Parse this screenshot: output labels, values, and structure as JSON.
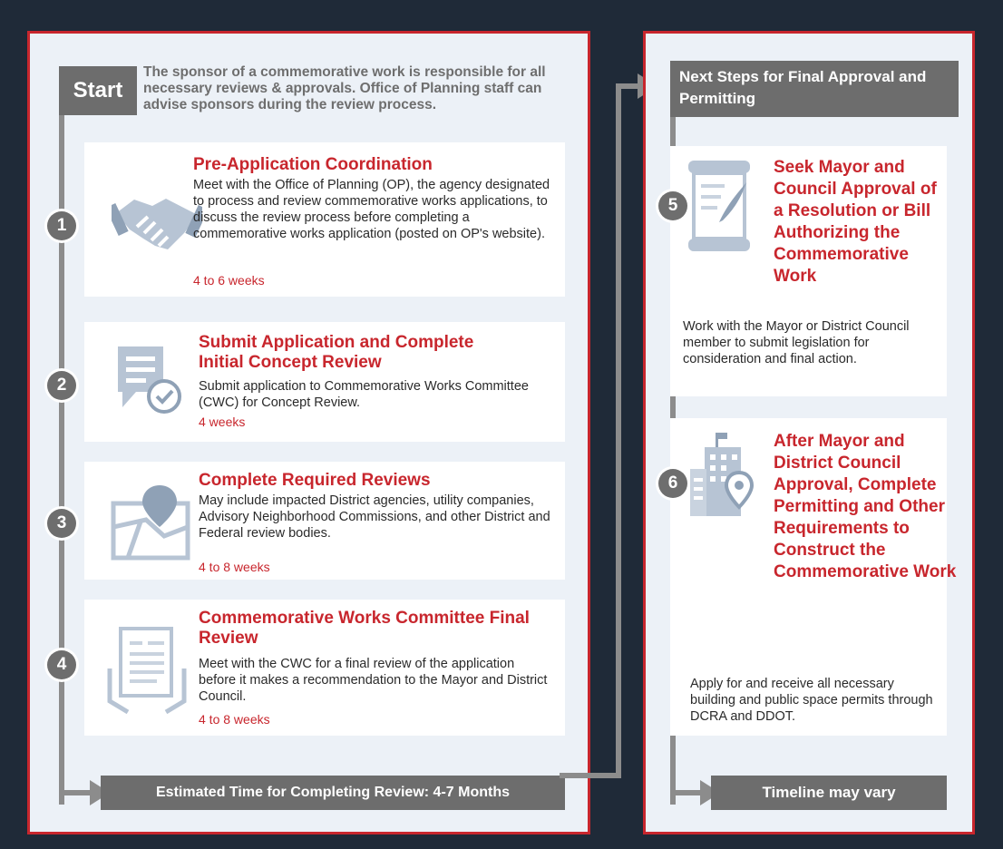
{
  "start": {
    "label": "Start",
    "text": "The sponsor of a commemorative work is responsible for all necessary reviews & approvals. Office of Planning staff can advise sponsors during the review process."
  },
  "steps": [
    {
      "number": "1",
      "title": "Pre-Application Coordination",
      "description": "Meet with the Office of Planning (OP), the agency designated to process and review commemorative works applications, to discuss the review process before completing a commemorative works application (posted on OP's website).",
      "duration": "4 to 6 weeks",
      "icon": "handshake-icon"
    },
    {
      "number": "2",
      "title": "Submit Application and Complete Initial Concept Review",
      "description": "Submit application to Commemorative Works Committee (CWC) for Concept Review.",
      "duration": "4 weeks",
      "icon": "document-check-icon"
    },
    {
      "number": "3",
      "title": "Complete Required Reviews",
      "description": "May include impacted District agencies, utility companies, Advisory Neighborhood Commissions, and other District and Federal review bodies.",
      "duration": "4 to 8 weeks",
      "icon": "map-pin-icon"
    },
    {
      "number": "4",
      "title": "Commemorative Works Committee Final Review",
      "description": "Meet with the CWC for a final review of the application before it makes a recommendation to the Mayor and District Council.",
      "duration": "4 to 8 weeks",
      "icon": "document-hands-icon"
    },
    {
      "number": "5",
      "title": "Seek Mayor and Council Approval of a Resolution or Bill Authorizing the Commemorative Work",
      "description": "Work with the Mayor or District Council member to submit legislation for consideration and final action.",
      "icon": "scroll-quill-icon"
    },
    {
      "number": "6",
      "title": "After Mayor and District Council Approval, Complete Permitting and Other Requirements to Construct the Commemorative Work",
      "description": "Apply for and receive all necessary building and public space permits through DCRA and DDOT.",
      "icon": "building-pin-icon"
    }
  ],
  "estimate": {
    "label": "Estimated Time for Completing Review: 4-7 Months"
  },
  "next_steps": {
    "label": "Next Steps for Final Approval and Permitting"
  },
  "timeline": {
    "label": "Timeline may vary"
  },
  "colors": {
    "accent": "#c8262d",
    "panel": "#ecf1f7",
    "background": "#1f2a38",
    "bar": "#6d6d6d"
  }
}
